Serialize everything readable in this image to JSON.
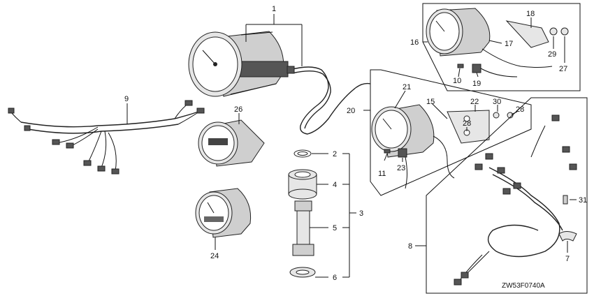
{
  "diagram": {
    "code": "ZW53F0740A",
    "callouts": {
      "c1": "1",
      "c2": "2",
      "c3": "3",
      "c4": "4",
      "c5": "5",
      "c6": "6",
      "c7": "7",
      "c8": "8",
      "c9": "9",
      "c10": "10",
      "c11": "11",
      "c15": "15",
      "c16": "16",
      "c17": "17",
      "c18": "18",
      "c19": "19",
      "c20": "20",
      "c21": "21",
      "c22": "22",
      "c23": "23",
      "c24": "24",
      "c26": "26",
      "c27": "27",
      "c28a": "28",
      "c28b": "28",
      "c29": "29",
      "c30": "30",
      "c31": "31"
    }
  }
}
